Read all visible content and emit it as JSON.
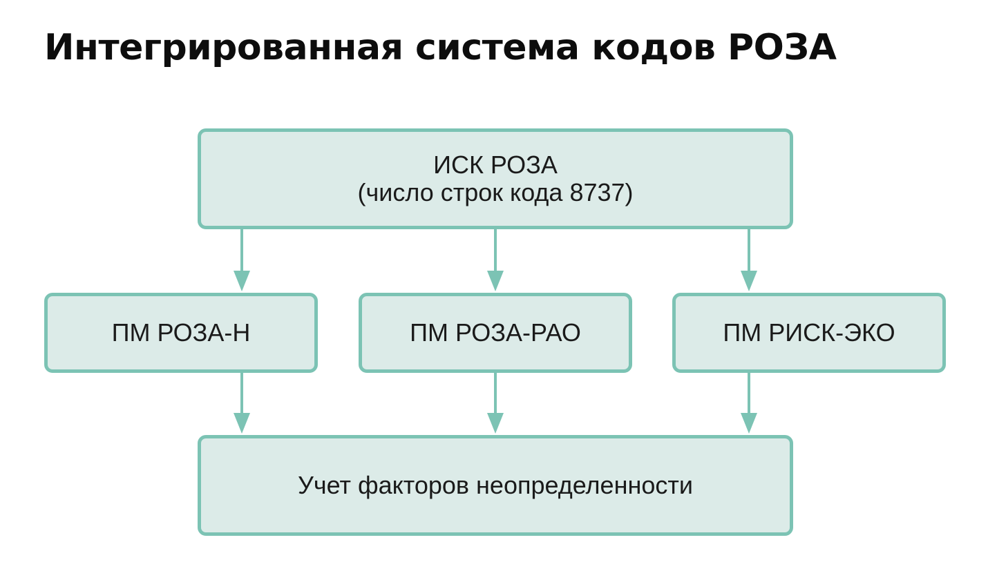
{
  "title": "Интегрированная система кодов РОЗА",
  "diagram": {
    "top_box": {
      "line1": "ИСК РОЗА",
      "line2": "(число строк кода 8737)"
    },
    "modules": [
      {
        "label": "ПМ РОЗА-Н"
      },
      {
        "label": "ПМ РОЗА-РАО"
      },
      {
        "label": "ПМ РИСК-ЭКО"
      }
    ],
    "bottom_box": {
      "label": "Учет факторов неопределенности"
    }
  },
  "colors": {
    "box_fill": "#dcebe8",
    "box_border": "#7cc3b4",
    "arrow": "#7cc3b4",
    "title_text": "#0d0d0d"
  }
}
